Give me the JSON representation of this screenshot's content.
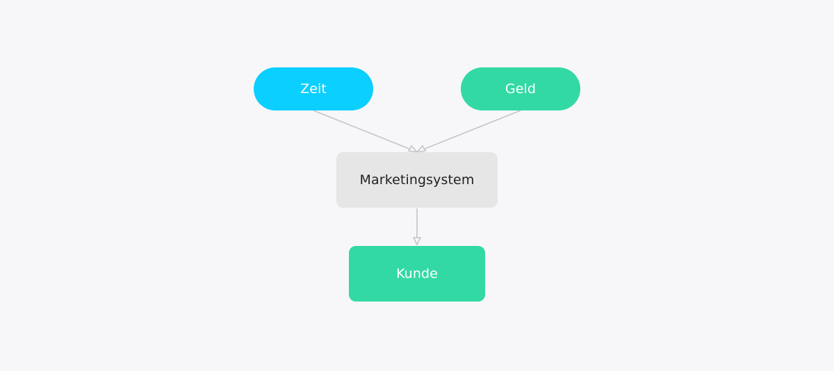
{
  "colors": {
    "background": "#f7f7f9",
    "zeit": "#0bcfff",
    "geld": "#33d9a4",
    "marketing": "#e6e6e6",
    "kunde": "#33d9a4",
    "edge": "#c4c4c4"
  },
  "nodes": {
    "zeit": {
      "label": "Zeit"
    },
    "geld": {
      "label": "Geld"
    },
    "marketing": {
      "label": "Marketingsystem"
    },
    "kunde": {
      "label": "Kunde"
    }
  },
  "edges": [
    {
      "from": "zeit",
      "to": "marketing"
    },
    {
      "from": "geld",
      "to": "marketing"
    },
    {
      "from": "marketing",
      "to": "kunde"
    }
  ]
}
